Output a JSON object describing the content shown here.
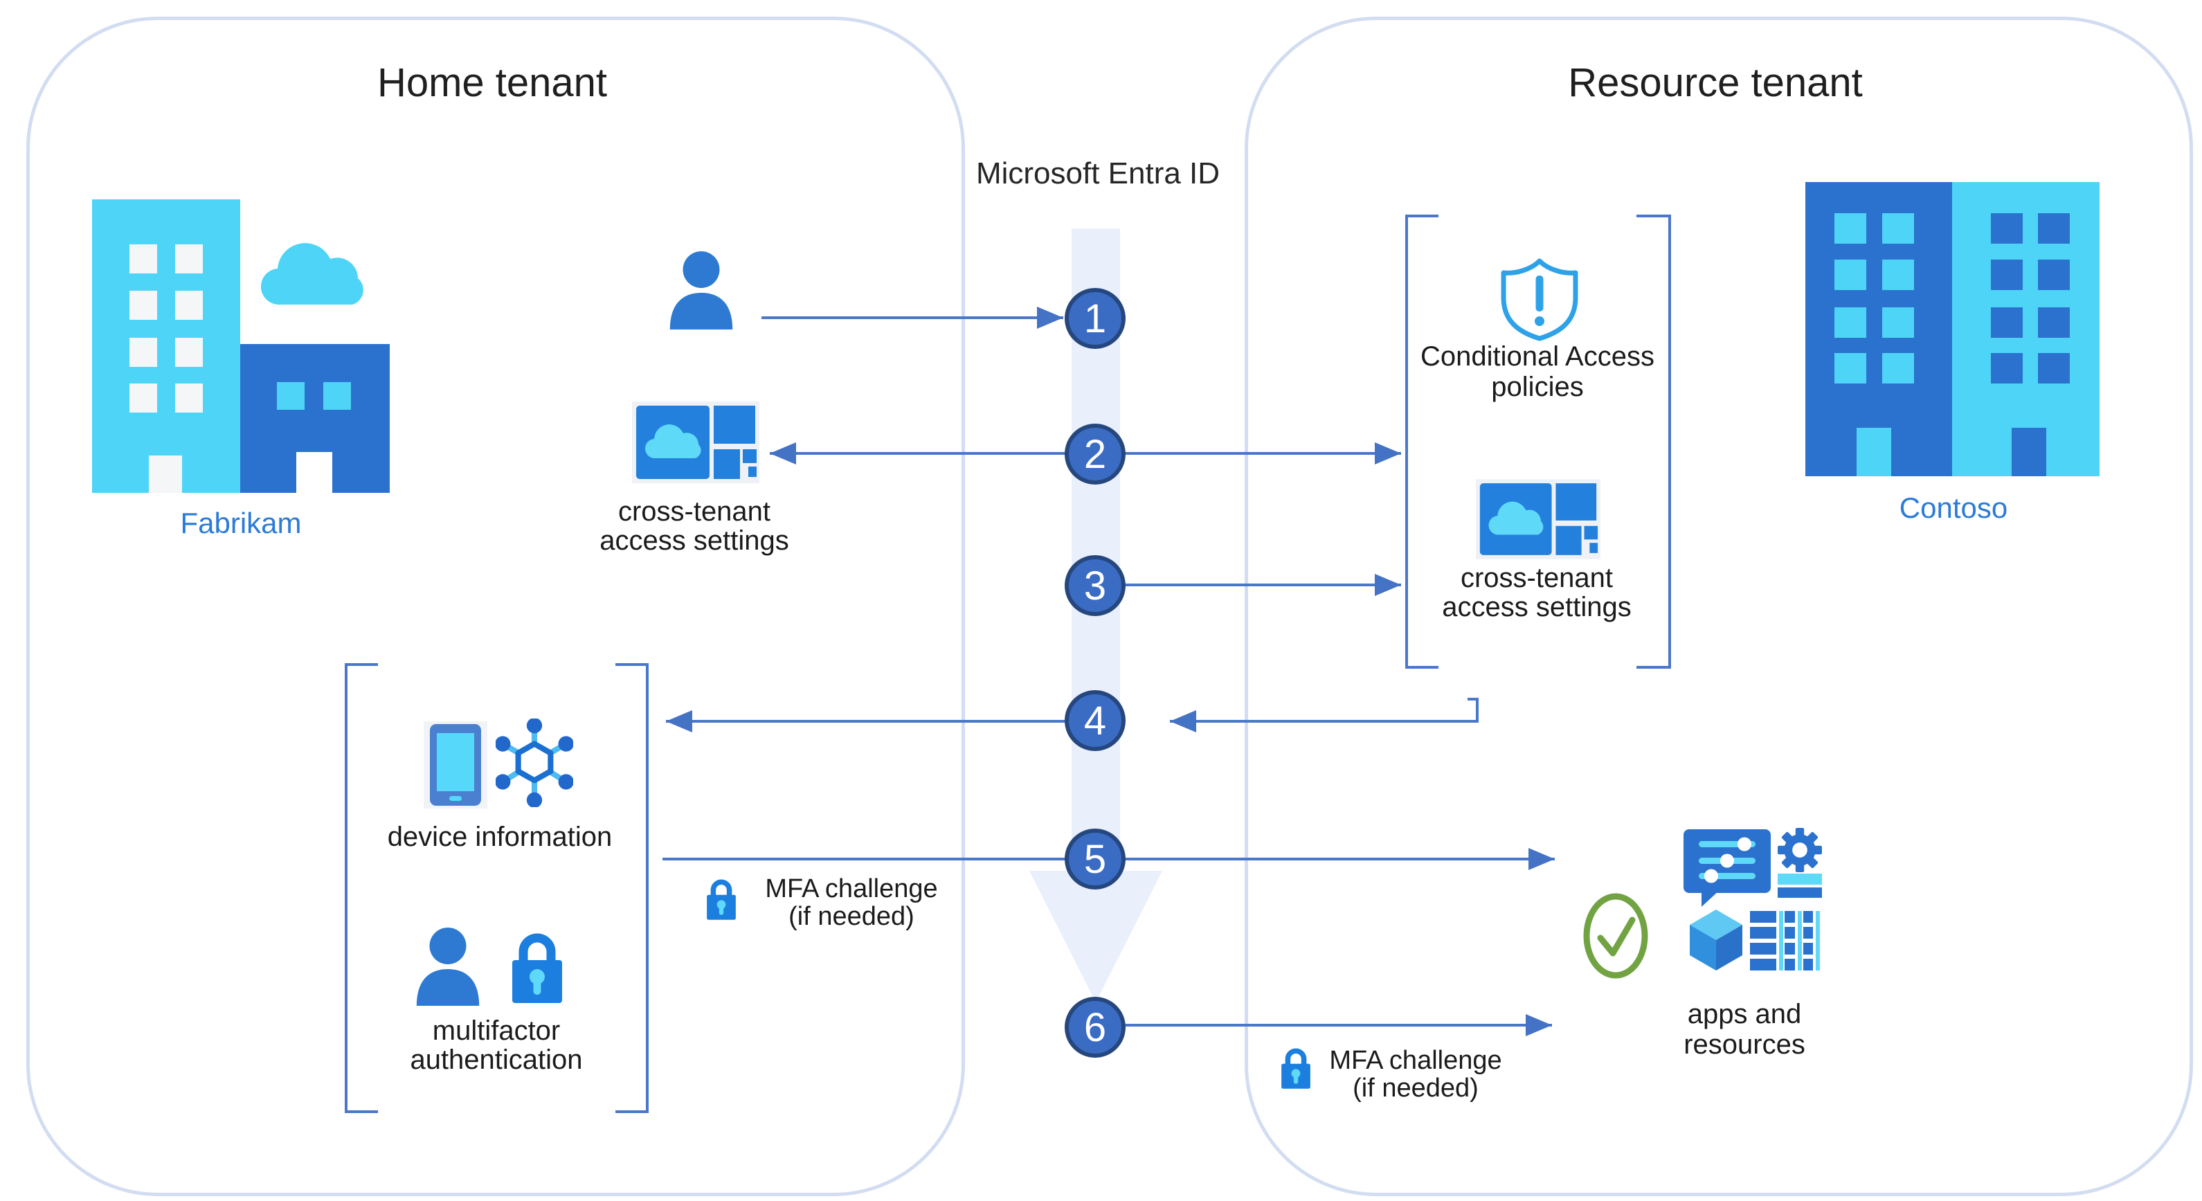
{
  "home": {
    "title": "Home tenant",
    "org": "Fabrikam",
    "cross_tenant": [
      "cross-tenant",
      "access settings"
    ],
    "device_info": "device information",
    "multifactor": [
      "multifactor",
      "authentication"
    ],
    "mfa_challenge": [
      "MFA challenge",
      "(if needed)"
    ]
  },
  "resource": {
    "title": "Resource tenant",
    "org": "Contoso",
    "conditional_access": [
      "Conditional Access",
      "policies"
    ],
    "cross_tenant": [
      "cross-tenant",
      "access settings"
    ],
    "apps": [
      "apps and",
      "resources"
    ],
    "mfa_challenge": [
      "MFA challenge",
      "(if needed)"
    ]
  },
  "center": {
    "title": "Microsoft Entra ID",
    "steps": [
      "1",
      "2",
      "3",
      "4",
      "5",
      "6"
    ]
  },
  "colors": {
    "cyan": "#4ed4f7",
    "building_blue": "#2b72cf",
    "icon_blue": "#2e7ad2",
    "lock_blue": "#1c7ede",
    "circle_fill": "#3a6cc4",
    "circle_border": "#26477e",
    "arrow": "#4a77c9",
    "band": "#e9effb",
    "box_border": "#d3ddf1",
    "org_label_blue": "#2b7bd7",
    "shield_blue": "#2da2e8",
    "check_green": "#71a343",
    "label_text": "#1b1b1b"
  }
}
